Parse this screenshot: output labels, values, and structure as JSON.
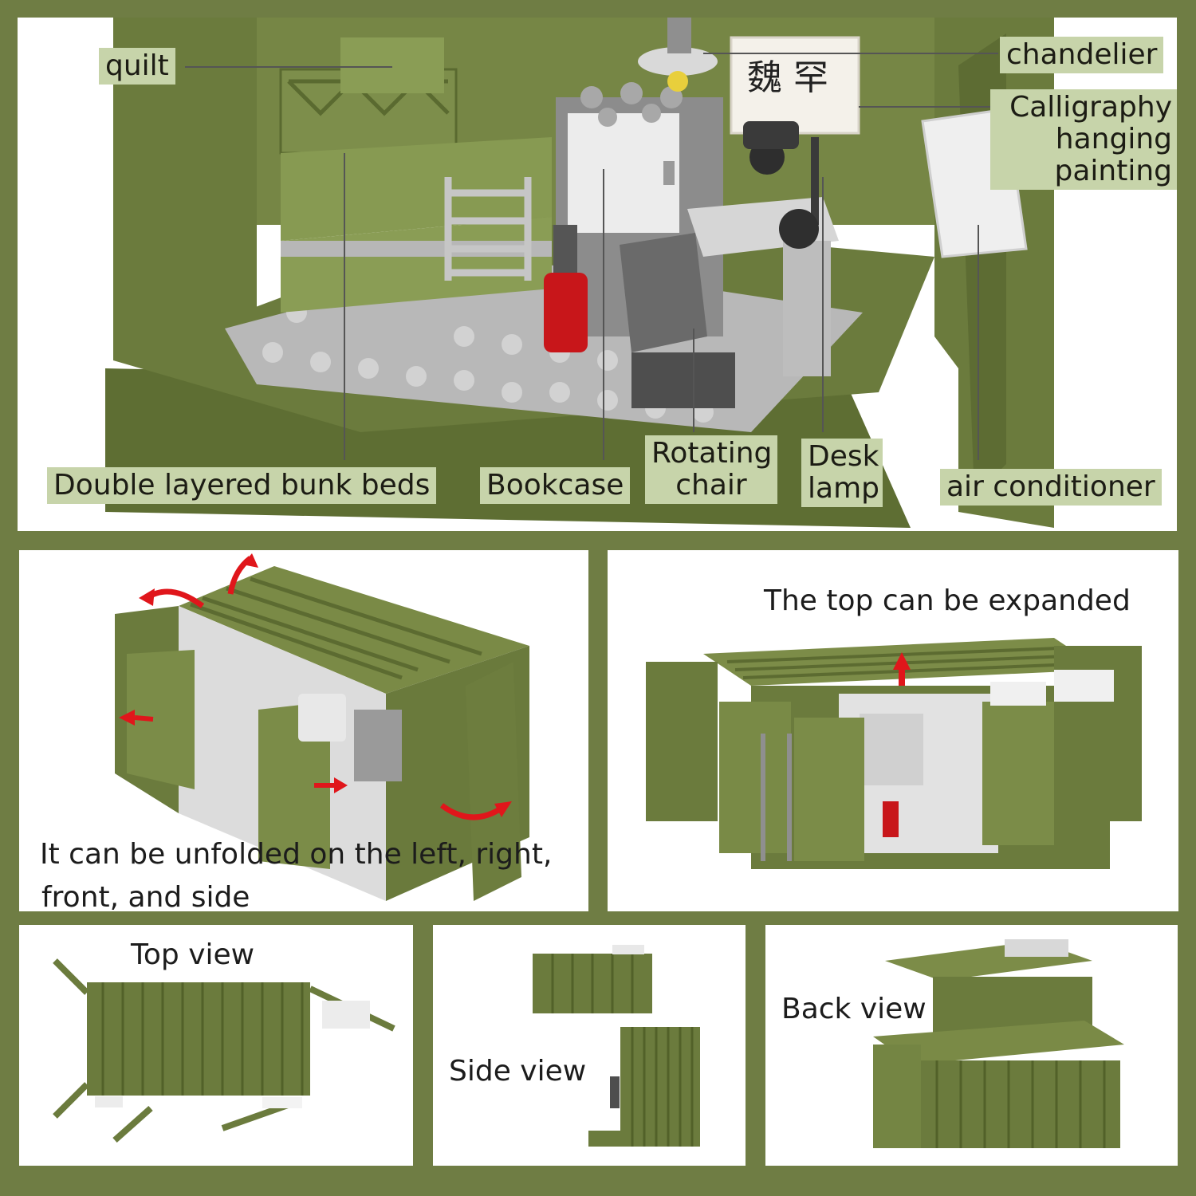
{
  "main": {
    "labels": {
      "quilt": "quilt",
      "chandelier": "chandelier",
      "calligraphy": "Calligraphy hanging painting",
      "bunk_beds": "Double layered bunk beds",
      "bookcase": "Bookcase",
      "rotating_chair": "Rotating chair",
      "desk_lamp": "Desk lamp",
      "air_conditioner": "air conditioner"
    }
  },
  "unfold": {
    "caption_line1": "It can be unfolded on the left, right,",
    "caption_line2": "front, and side"
  },
  "expand": {
    "caption": "The top can be expanded"
  },
  "views": {
    "top": "Top view",
    "side": "Side view",
    "back": "Back view"
  },
  "colors": {
    "frame_green": "#6f7d44",
    "label_bg": "#c7d4aa",
    "container_green": "#6b7b3d",
    "arrow_red": "#e0161b"
  }
}
